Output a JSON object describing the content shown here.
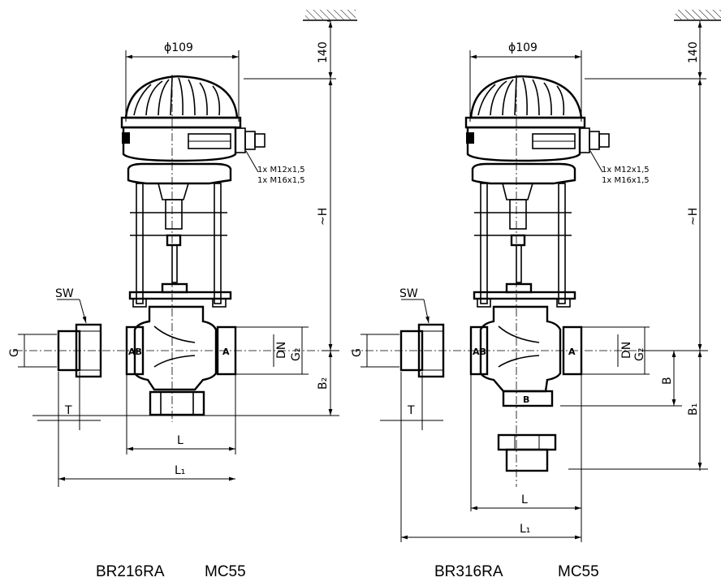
{
  "left": {
    "caption_model": "BR216RA",
    "caption_actuator": "MC55",
    "dia_label": "ϕ109",
    "clearance_label": "140",
    "height_label": "~H",
    "cable_line1": "1x M12x1,5",
    "cable_line2": "1x M16x1,5",
    "sw_label": "SW",
    "g_label": "G",
    "t_label": "T",
    "dn_label": "DN",
    "g2_label": "G₂",
    "b2_label": "B₂",
    "l_label": "L",
    "l1_label": "L₁",
    "port_ab": "AB",
    "port_a": "A"
  },
  "right": {
    "caption_model": "BR316RA",
    "caption_actuator": "MC55",
    "dia_label": "ϕ109",
    "clearance_label": "140",
    "height_label": "~H",
    "cable_line1": "1x M12x1,5",
    "cable_line2": "1x M16x1,5",
    "sw_label": "SW",
    "g_label": "G",
    "t_label": "T",
    "dn_label": "DN",
    "g2_label": "G₂",
    "b_label": "B",
    "b1_label": "B₁",
    "l_label": "L",
    "l1_label": "L₁",
    "port_ab": "AB",
    "port_a": "A",
    "port_b": "B"
  }
}
